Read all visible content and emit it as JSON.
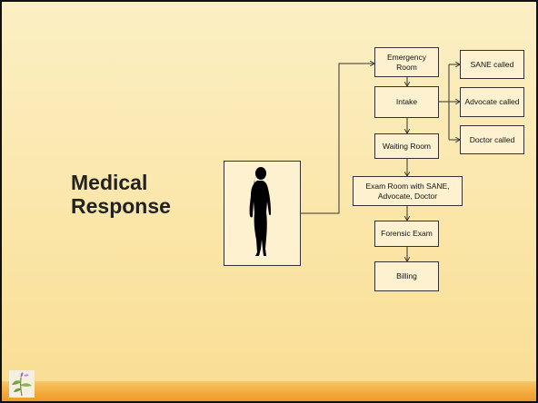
{
  "slide": {
    "title_line1": "Medical",
    "title_line2": "Response"
  },
  "flow": {
    "emergency_room": "Emergency Room",
    "intake": "Intake",
    "waiting_room": "Waiting Room",
    "exam_room": "Exam Room with SANE, Advocate, Doctor",
    "forensic_exam": "Forensic Exam",
    "billing": "Billing",
    "sane_called": "SANE called",
    "advocate_called": "Advocate called",
    "doctor_called": "Doctor called"
  },
  "icons": {
    "figure": "woman-silhouette-icon",
    "logo": "plant-logo-icon"
  },
  "colors": {
    "background_top": "#fbefc4",
    "background_bottom": "#f9dd92",
    "footer_band": "#f2a93a",
    "box_fill": "#fdf1cf",
    "line": "#333333"
  }
}
